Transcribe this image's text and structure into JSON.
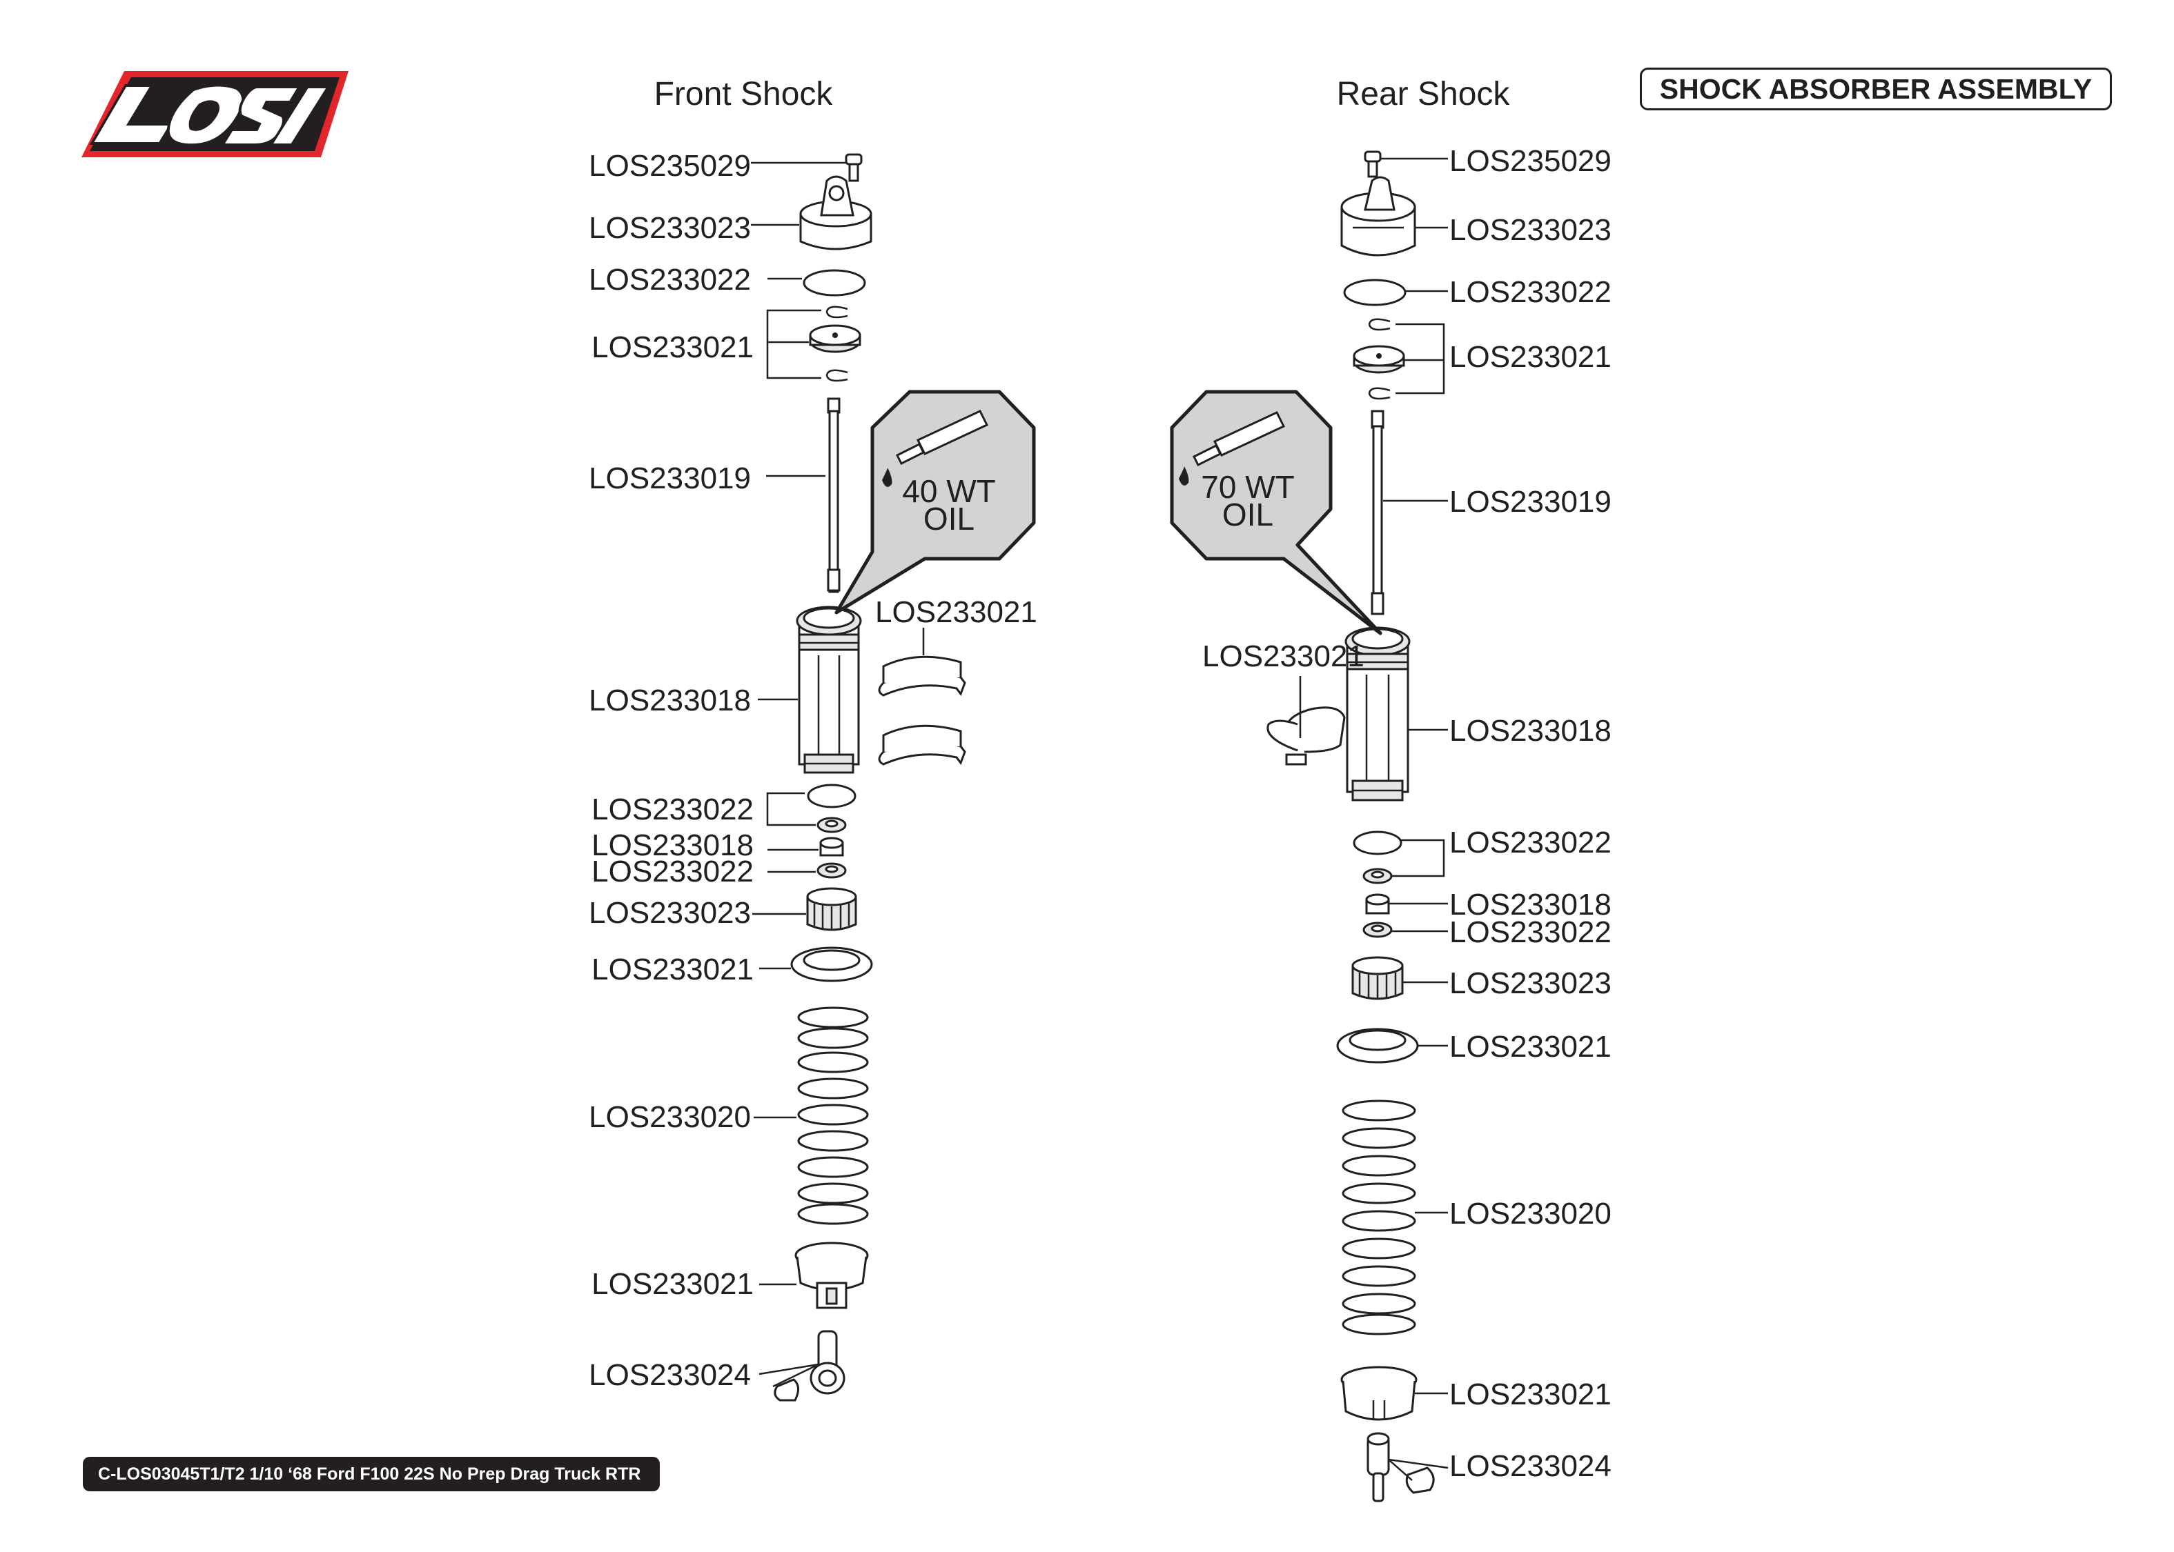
{
  "brand": {
    "logo_text": "LOSI",
    "colors": {
      "logo_red": "#e3262b",
      "ink": "#231f20",
      "footer_bg": "#231f20"
    }
  },
  "header": {
    "title": "SHOCK ABSORBER ASSEMBLY"
  },
  "footer": {
    "text": "C-LOS03045T1/T2 1/10 ‘68 Ford F100 22S No Prep Drag Truck RTR"
  },
  "front_shock": {
    "title": "Front Shock",
    "oil": {
      "line1": "40 WT",
      "line2": "OIL"
    },
    "labels": [
      "LOS235029",
      "LOS233023",
      "LOS233022",
      "LOS233021",
      "LOS233019",
      "LOS233021",
      "LOS233018",
      "LOS233022",
      "LOS233018",
      "LOS233022",
      "LOS233023",
      "LOS233021",
      "LOS233020",
      "LOS233021",
      "LOS233024"
    ]
  },
  "rear_shock": {
    "title": "Rear Shock",
    "oil": {
      "line1": "70 WT",
      "line2": "OIL"
    },
    "labels": [
      "LOS235029",
      "LOS233023",
      "LOS233022",
      "LOS233021",
      "LOS233019",
      "LOS233021",
      "LOS233018",
      "LOS233022",
      "LOS233018",
      "LOS233022",
      "LOS233023",
      "LOS233021",
      "LOS233020",
      "LOS233021",
      "LOS233024"
    ]
  }
}
